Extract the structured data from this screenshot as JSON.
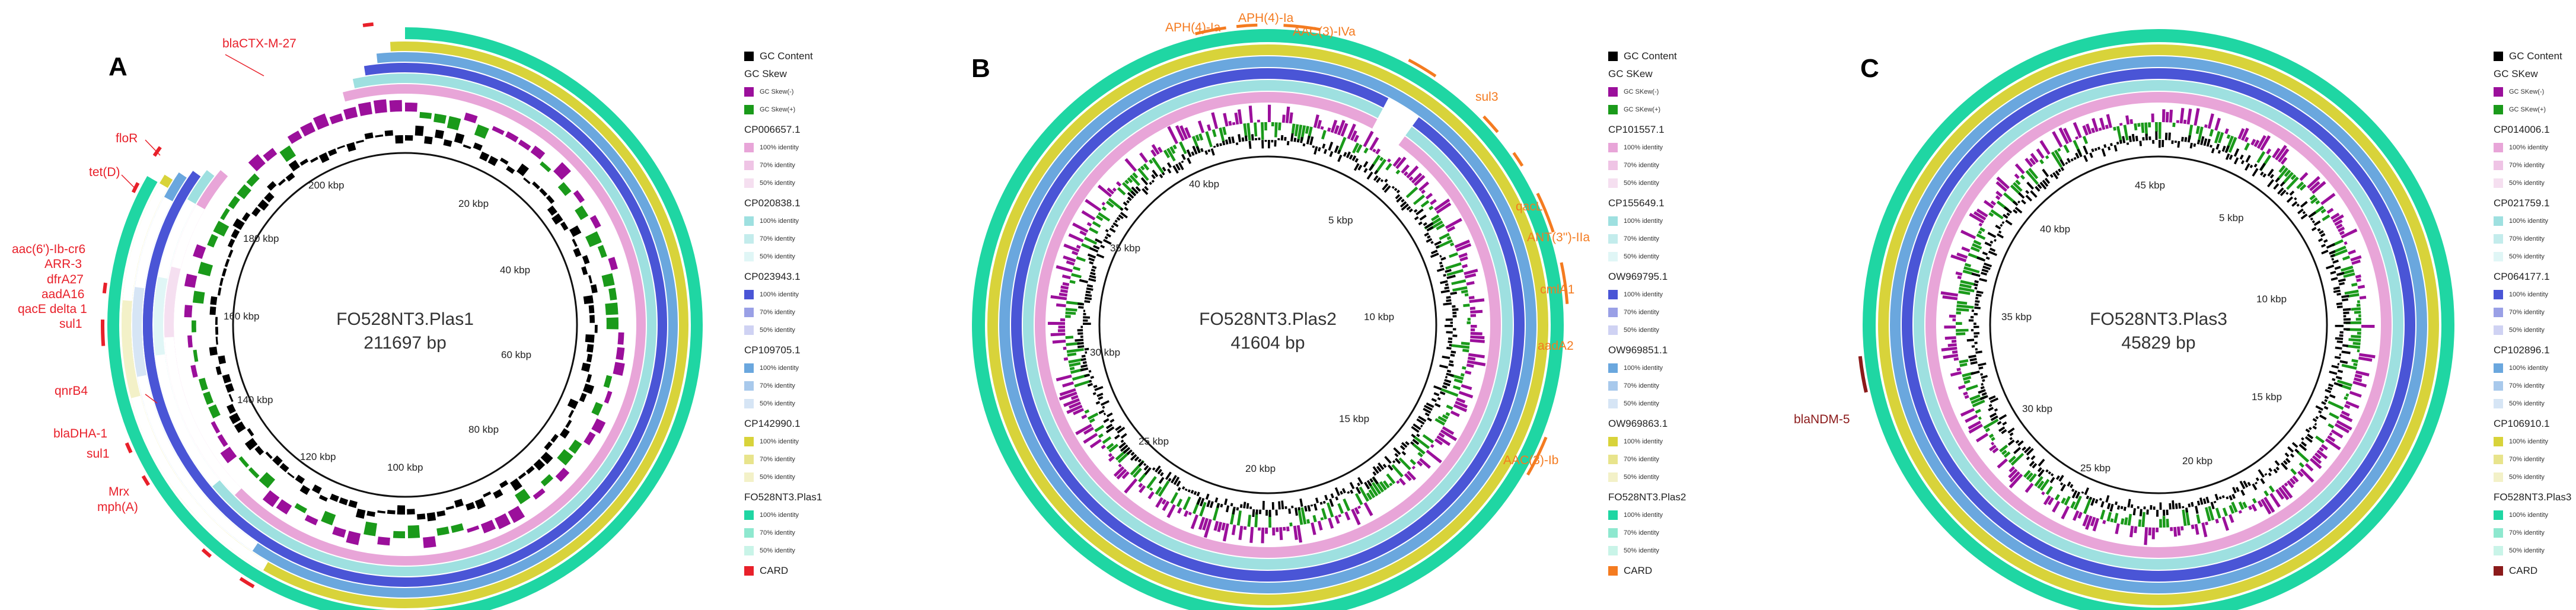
{
  "panels": [
    {
      "letter": "A",
      "name": "FO528NT3.Plas1",
      "length": "211697 bp",
      "kbp_labels": [
        "20 kbp",
        "40 kbp",
        "60 kbp",
        "80 kbp",
        "100 kbp",
        "120 kbp",
        "140 kbp",
        "160 kbp",
        "180 kbp",
        "200 kbp"
      ],
      "genes": [
        "blaCTX-M-27",
        "floR",
        "tet(D)",
        "aac(6')-Ib-cr6",
        "ARR-3",
        "dfrA27",
        "aadA16",
        "qacE delta 1",
        "sul1",
        "qnrB4",
        "blaDHA-1",
        "sul1",
        "Mrx",
        "mph(A)"
      ],
      "gene_color": "#e8202a",
      "legend": {
        "gc_content": "GC Content",
        "gc_skew": "GC Skew",
        "skew_neg": "GC Skew(-)",
        "skew_pos": "GC Skew(+)",
        "refs": [
          "CP006657.1",
          "CP020838.1",
          "CP023943.1",
          "CP109705.1",
          "CP142990.1",
          "FO528NT3.Plas1"
        ],
        "identity": [
          "100% identity",
          "70% identity",
          "50% identity"
        ],
        "card": "CARD"
      }
    },
    {
      "letter": "B",
      "name": "FO528NT3.Plas2",
      "length": "41604 bp",
      "kbp_labels": [
        "5 kbp",
        "10 kbp",
        "15 kbp",
        "20 kbp",
        "25 kbp",
        "30 kbp",
        "35 kbp",
        "40 kbp"
      ],
      "genes": [
        "APH(4)-Ia",
        "APH(4)-Ia",
        "AAC(3)-IVa",
        "sul3",
        "qacL",
        "ANT(3'')-IIa",
        "cmlA1",
        "aadA2",
        "AAC(3)-Ib"
      ],
      "gene_color": "#f47b20",
      "legend": {
        "gc_content": "GC Content",
        "gc_skew": "GC SKew",
        "skew_neg": "GC SKew(-)",
        "skew_pos": "GC SKew(+)",
        "refs": [
          "CP101557.1",
          "CP155649.1",
          "OW969795.1",
          "OW969851.1",
          "OW969863.1",
          "FO528NT3.Plas2"
        ],
        "identity": [
          "100% identity",
          "70% identity",
          "50% identity"
        ],
        "card": "CARD"
      }
    },
    {
      "letter": "C",
      "name": "FO528NT3.Plas3",
      "length": "45829 bp",
      "kbp_labels": [
        "5 kbp",
        "10 kbp",
        "15 kbp",
        "20 kbp",
        "25 kbp",
        "30 kbp",
        "35 kbp",
        "40 kbp",
        "45 kbp"
      ],
      "genes": [
        "blaNDM-5"
      ],
      "gene_color": "#8b1a1a",
      "legend": {
        "gc_content": "GC Content",
        "gc_skew": "GC SKew",
        "skew_neg": "GC SKew(-)",
        "skew_pos": "GC SKew(+)",
        "refs": [
          "CP014006.1",
          "CP021759.1",
          "CP064177.1",
          "CP102896.1",
          "CP106910.1",
          "FO528NT3.Plas3"
        ],
        "identity": [
          "100% identity",
          "70% identity",
          "50% identity"
        ],
        "card": "CARD"
      }
    }
  ],
  "colors": {
    "ref1": [
      "#e8a5d8",
      "#efc4e5",
      "#f5dff0"
    ],
    "ref2": [
      "#9ee0e0",
      "#c3ecec",
      "#e0f6f6"
    ],
    "ref3": [
      "#4a55d6",
      "#9aa0e6",
      "#cfd2f3"
    ],
    "ref4": [
      "#6aa7de",
      "#a8c9ec",
      "#d6e5f5"
    ],
    "ref5": [
      "#d8d33a",
      "#e8e48c",
      "#f3f1c8"
    ],
    "self": [
      "#1fd6a3",
      "#8ee8cf",
      "#c9f4e8"
    ],
    "gc_content": "#000000",
    "skew_neg": "#9b0f9b",
    "skew_pos": "#1a9a1a"
  }
}
